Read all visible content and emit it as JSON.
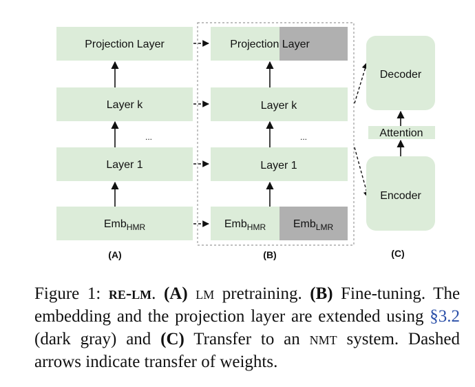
{
  "panels": {
    "a": {
      "label": "(A)",
      "boxes": {
        "projection": "Projection Layer",
        "layer_k": "Layer k",
        "layer_1": "Layer 1",
        "emb_base": "Emb",
        "emb_sub": "HMR"
      },
      "dots": "..."
    },
    "b": {
      "label": "(B)",
      "boxes": {
        "projection_left": "Projection ",
        "projection_right": "Layer",
        "layer_k": "Layer k",
        "layer_1": "Layer 1",
        "emb_hmr_base": "Emb",
        "emb_hmr_sub": "HMR",
        "emb_lmr_base": "Emb",
        "emb_lmr_sub": "LMR"
      },
      "dots": "..."
    },
    "c": {
      "label": "(C)",
      "boxes": {
        "decoder": "Decoder",
        "attention": "Attention",
        "encoder": "Encoder"
      }
    }
  },
  "colors": {
    "box_fill": "#dcecd9",
    "extended_fill": "#b0b0b0",
    "arrow": "#111111",
    "dashed_frame": "#999999"
  },
  "caption": {
    "fig": "Figure 1: ",
    "relm": "re-lm",
    "p1": ". ",
    "a": "(A)",
    "p2": " ",
    "lm": "lm",
    "p3": " pretraining. ",
    "b": "(B)",
    "p4": " Fine-tuning. The embedding and the projection layer are extended using ",
    "ref": "§3.2",
    "p5": " (dark gray) and ",
    "c": "(C)",
    "p6": " Transfer to an ",
    "nmt": "nmt",
    "p7": " system. Dashed arrows indicate transfer of weights."
  }
}
